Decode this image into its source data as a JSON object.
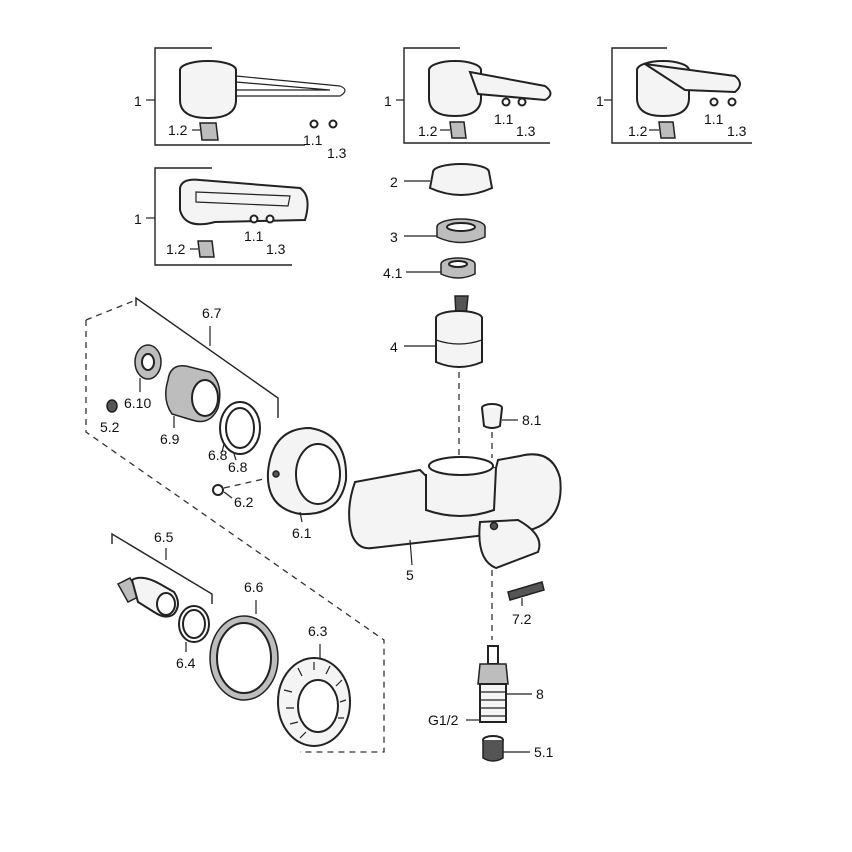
{
  "labels": {
    "l1a": "1",
    "l12a": "1.2",
    "l11a": "1.1",
    "l13a": "1.3",
    "l1b": "1",
    "l12b": "1.2",
    "l11b": "1.1",
    "l13b": "1.3",
    "l1c": "1",
    "l12c": "1.2",
    "l11c": "1.1",
    "l13c": "1.3",
    "l1d": "1",
    "l12d": "1.2",
    "l11d": "1.1",
    "l13d": "1.3",
    "l2": "2",
    "l3": "3",
    "l41": "4.1",
    "l4": "4",
    "l67": "6.7",
    "l610": "6.10",
    "l52": "5.2",
    "l69": "6.9",
    "l68a": "6.8",
    "l68b": "6.8",
    "l62": "6.2",
    "l61": "6.1",
    "l81": "8.1",
    "l5": "5",
    "l72": "7.2",
    "l65": "6.5",
    "l64": "6.4",
    "l66": "6.6",
    "l63": "6.3",
    "l8": "8",
    "lg12": "G1/2",
    "l51": "5.1"
  }
}
